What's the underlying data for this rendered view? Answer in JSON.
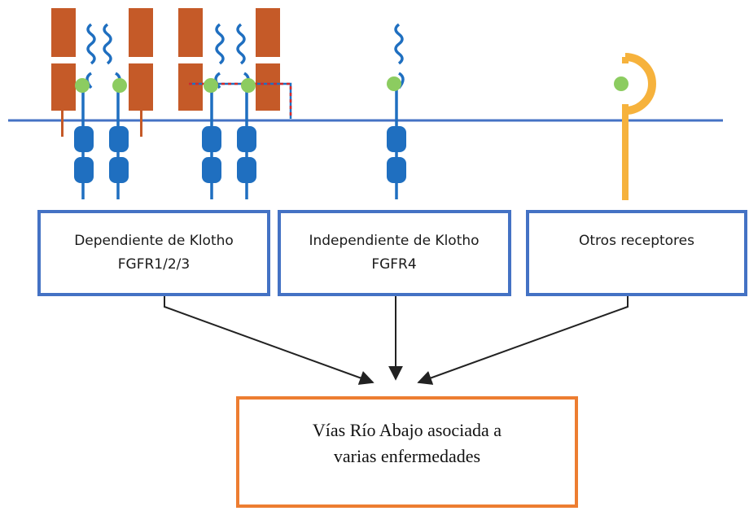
{
  "colors": {
    "membrane": "#4472c4",
    "receptor_blue": "#1f6fc0",
    "klotho": "#c55a28",
    "ligand_green": "#8ccc60",
    "other_receptor": "#f6b23c",
    "box_border": "#4472c4",
    "output_border": "#ed7d31",
    "arrow": "#222222",
    "dimer_line_red": "#d62828",
    "dimer_line_blue": "#1f6fc0"
  },
  "boxes": {
    "klotho_dependent": {
      "line1": "Dependiente de Klotho",
      "line2": "FGFR1/2/3"
    },
    "klotho_independent": {
      "line1": "Independiente de Klotho",
      "line2": "FGFR4"
    },
    "other_receptors": {
      "line1": "Otros receptores"
    }
  },
  "output": {
    "line1": "Vías Río Abajo asociada a",
    "line2": "varias enfermedades"
  },
  "icons": [
    "klotho-coreceptor-icon",
    "fgfr-receptor-icon",
    "fgf-ligand-icon",
    "other-receptor-icon"
  ]
}
